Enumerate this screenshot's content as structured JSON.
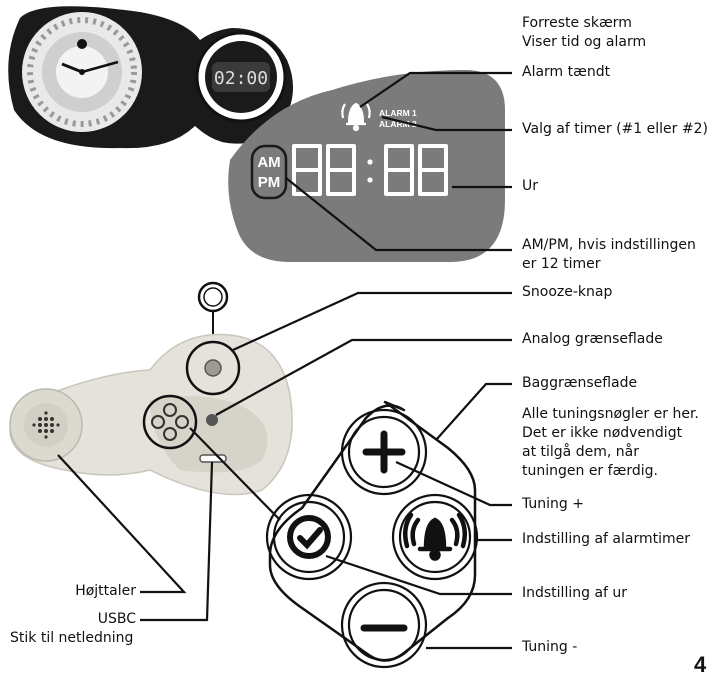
{
  "display": {
    "small_time": "02:00",
    "alarm_line1": "ALARM 1",
    "alarm_line2": "ALARM 2",
    "am": "AM",
    "pm": "PM"
  },
  "labels": {
    "front_screen": "Forreste skærm\nViser tid og alarm",
    "alarm_on": "Alarm tændt",
    "timer_choice": "Valg af timer (#1 eller #2)",
    "clock": "Ur",
    "ampm": "AM/PM, hvis indstillingen\ner 12 timer",
    "snooze": "Snooze-knap",
    "analog": "Analog grænseflade",
    "back_panel": "Baggrænseflade",
    "back_panel_desc": "Alle tuningsnøgler er her.\nDet er ikke nødvendigt\nat tilgå dem, når\ntuningen er færdig.",
    "tuning_plus": "Tuning +",
    "alarm_timer_setting": "Indstilling af alarmtimer",
    "clock_setting": "Indstilling af ur",
    "tuning_minus": "Tuning -",
    "speaker": "Højttaler",
    "usbc": "USBC",
    "power_socket": "Stik til netledning"
  },
  "page_number": "4",
  "colors": {
    "display_panel": "#7b7b7b",
    "segment": "#ffffff",
    "device_body": "#e4e2da",
    "device_black": "#1a1a1a",
    "button_outline": "#1a1a1a"
  },
  "icons": [
    "alarm-bell-icon",
    "plus-icon",
    "minus-icon",
    "clock-icon",
    "bell-icon",
    "speaker-grille-icon"
  ]
}
